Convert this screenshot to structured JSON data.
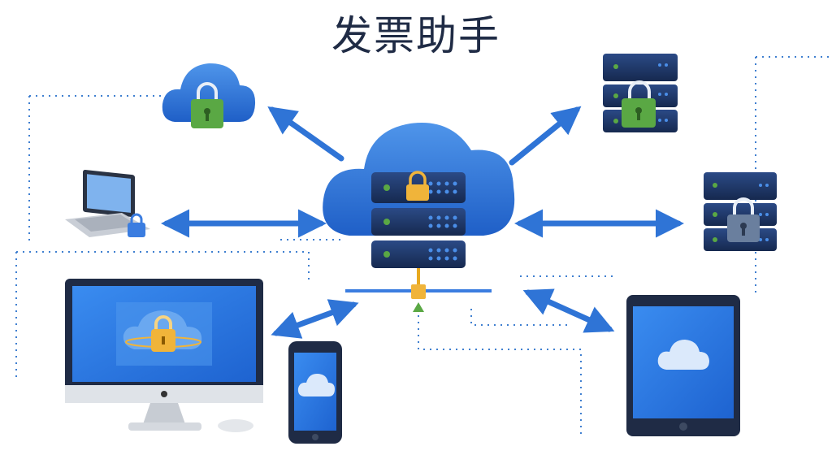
{
  "title": "发票助手",
  "colors": {
    "cloud": "#2f73d6",
    "server": "#1d3460",
    "lock_green": "#5aa844",
    "lock_gold": "#f0b43a",
    "arrow": "#2f74d6",
    "screen": "#2d7be5"
  },
  "nodes": [
    {
      "name": "central-cloud-server",
      "icon": "cloud-server-icon"
    },
    {
      "name": "secure-cloud",
      "icon": "cloud-lock-icon"
    },
    {
      "name": "laptop",
      "icon": "laptop-icon"
    },
    {
      "name": "desktop-monitor",
      "icon": "monitor-icon"
    },
    {
      "name": "smartphone",
      "icon": "phone-icon"
    },
    {
      "name": "tablet",
      "icon": "tablet-icon"
    },
    {
      "name": "server-top-right",
      "icon": "server-lock-icon"
    },
    {
      "name": "server-right",
      "icon": "server-lock-icon"
    }
  ]
}
